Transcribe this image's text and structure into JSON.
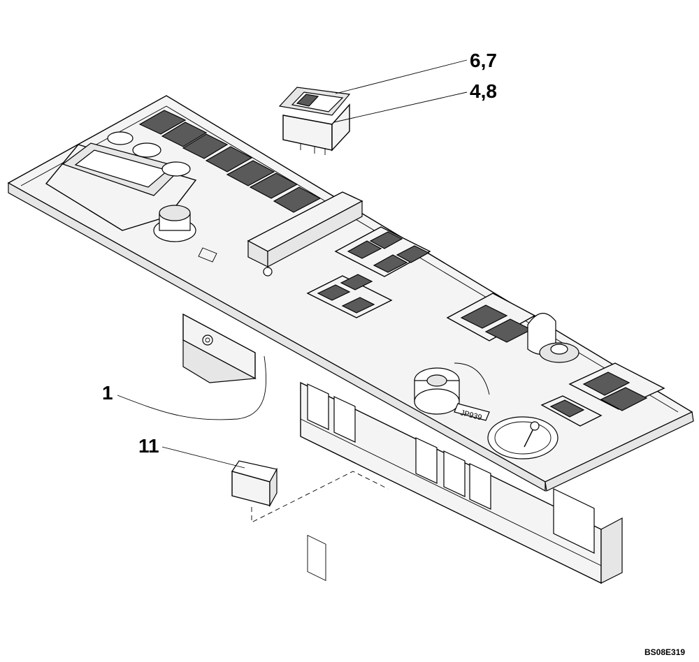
{
  "callouts": {
    "part_6_7": "6,7",
    "part_4_8": "4,8",
    "part_1": "1",
    "part_11": "11"
  },
  "panel_marking": "JP939",
  "drawing_code": "BS08E319",
  "colors": {
    "line": "#000000",
    "panel_fill": "#f4f4f4",
    "switch_face": "#5a5a5a"
  }
}
